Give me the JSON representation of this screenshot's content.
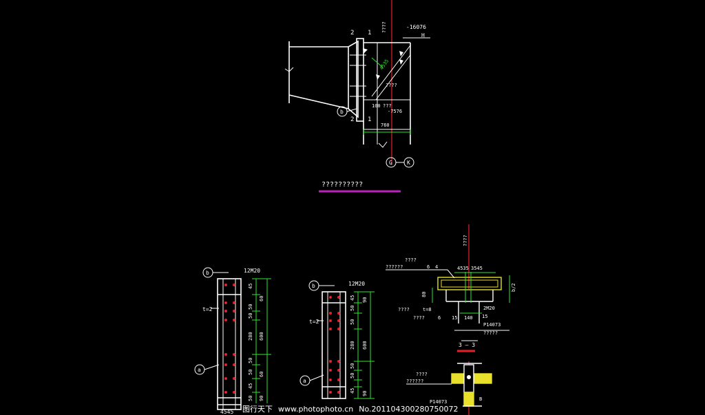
{
  "colors": {
    "bg": "#000000",
    "line": "#ffffff",
    "dim": "#2ee82e",
    "axis": "#e8202a",
    "title_underline": "#c020c0",
    "steel": "#e8e02a"
  },
  "top_detail": {
    "elev_label": "-16076",
    "elev_h": "H",
    "vert_note": "????",
    "section_mark_2": "2",
    "section_mark_1": "1",
    "weld_note_a": "4535",
    "weld_note_b": "????",
    "dim_100": "100",
    "dim_100_q": "???",
    "elev_low": "-7576",
    "dim_760": "760",
    "bubble_b": "b",
    "axis_g": "G",
    "axis_k": "K"
  },
  "title": "??????????",
  "left_elev": {
    "bubble_b": "b",
    "bubble_a": "a",
    "bolt_label": "12M20",
    "plate_label": "t=2",
    "dims": [
      "45",
      "60",
      "50",
      "50",
      "280",
      "600",
      "50",
      "50",
      "60",
      "45",
      "90",
      "50"
    ],
    "bottom_label": "4545"
  },
  "mid_elev": {
    "bubble_b": "b",
    "bubble_a": "a",
    "bolt_label": "12M20",
    "plate_label": "t=2",
    "dims": [
      "45",
      "90",
      "50",
      "50",
      "280",
      "600",
      "50",
      "50",
      "45",
      "90"
    ]
  },
  "section_33": {
    "note_top": "????",
    "note_row": "??????",
    "note_6": "6",
    "note_4": "4",
    "vert_note": "????",
    "dim_top": "4535",
    "dim_top2": "3545",
    "dim_80": "80",
    "dim_left": "????",
    "plate": "t=8",
    "dim_6": "6",
    "dim_15": "15",
    "dim_140": "140",
    "dim_15b": "15",
    "bolt": "2M20",
    "part": "P14073",
    "part_note": "?????",
    "side_dim": "b/2",
    "label": "3 — 3"
  },
  "section_bottom": {
    "note": "????",
    "note2": "??????",
    "part": "P14073",
    "letter": "B"
  },
  "footer": {
    "site": "图行天下",
    "url": "www.photophoto.cn",
    "number": "No.201104300280750072"
  }
}
